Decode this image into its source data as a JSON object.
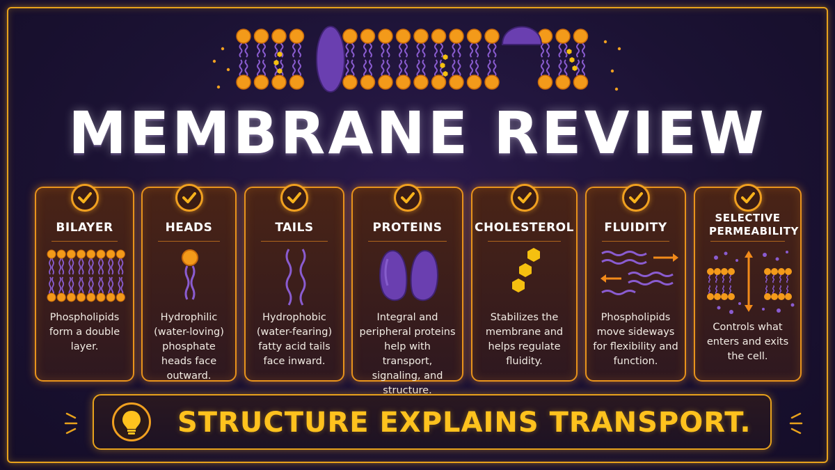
{
  "title": "MEMBRANE REVIEW",
  "colors": {
    "background": "#1b1233",
    "accent_orange": "#e8931c",
    "gold": "#ffc21e",
    "purple": "#6a3fb0",
    "text": "#ffffff"
  },
  "cards": [
    {
      "title": "BILAYER",
      "icon": "bilayer-icon",
      "description": "Phospholipids form a double layer."
    },
    {
      "title": "HEADS",
      "icon": "phosphate-head-icon",
      "description": "Hydrophilic (water-loving) phosphate heads face outward."
    },
    {
      "title": "TAILS",
      "icon": "fatty-acid-tails-icon",
      "description": "Hydrophobic (water-fearing) fatty acid tails face inward."
    },
    {
      "title": "PROTEINS",
      "icon": "protein-icon",
      "description": "Integral and peripheral proteins help with transport, signaling, and structure."
    },
    {
      "title": "CHOLESTEROL",
      "icon": "cholesterol-icon",
      "description": "Stabilizes the membrane and helps regulate fluidity."
    },
    {
      "title": "FLUIDITY",
      "icon": "fluidity-arrows-icon",
      "description": "Phospholipids move sideways for flexibility and function."
    },
    {
      "title": "SELECTIVE PERMEABILITY",
      "icon": "permeability-icon",
      "description": "Controls what enters and exits the cell."
    }
  ],
  "banner": {
    "text": "STRUCTURE EXPLAINS TRANSPORT.",
    "icon": "lightbulb-icon"
  }
}
